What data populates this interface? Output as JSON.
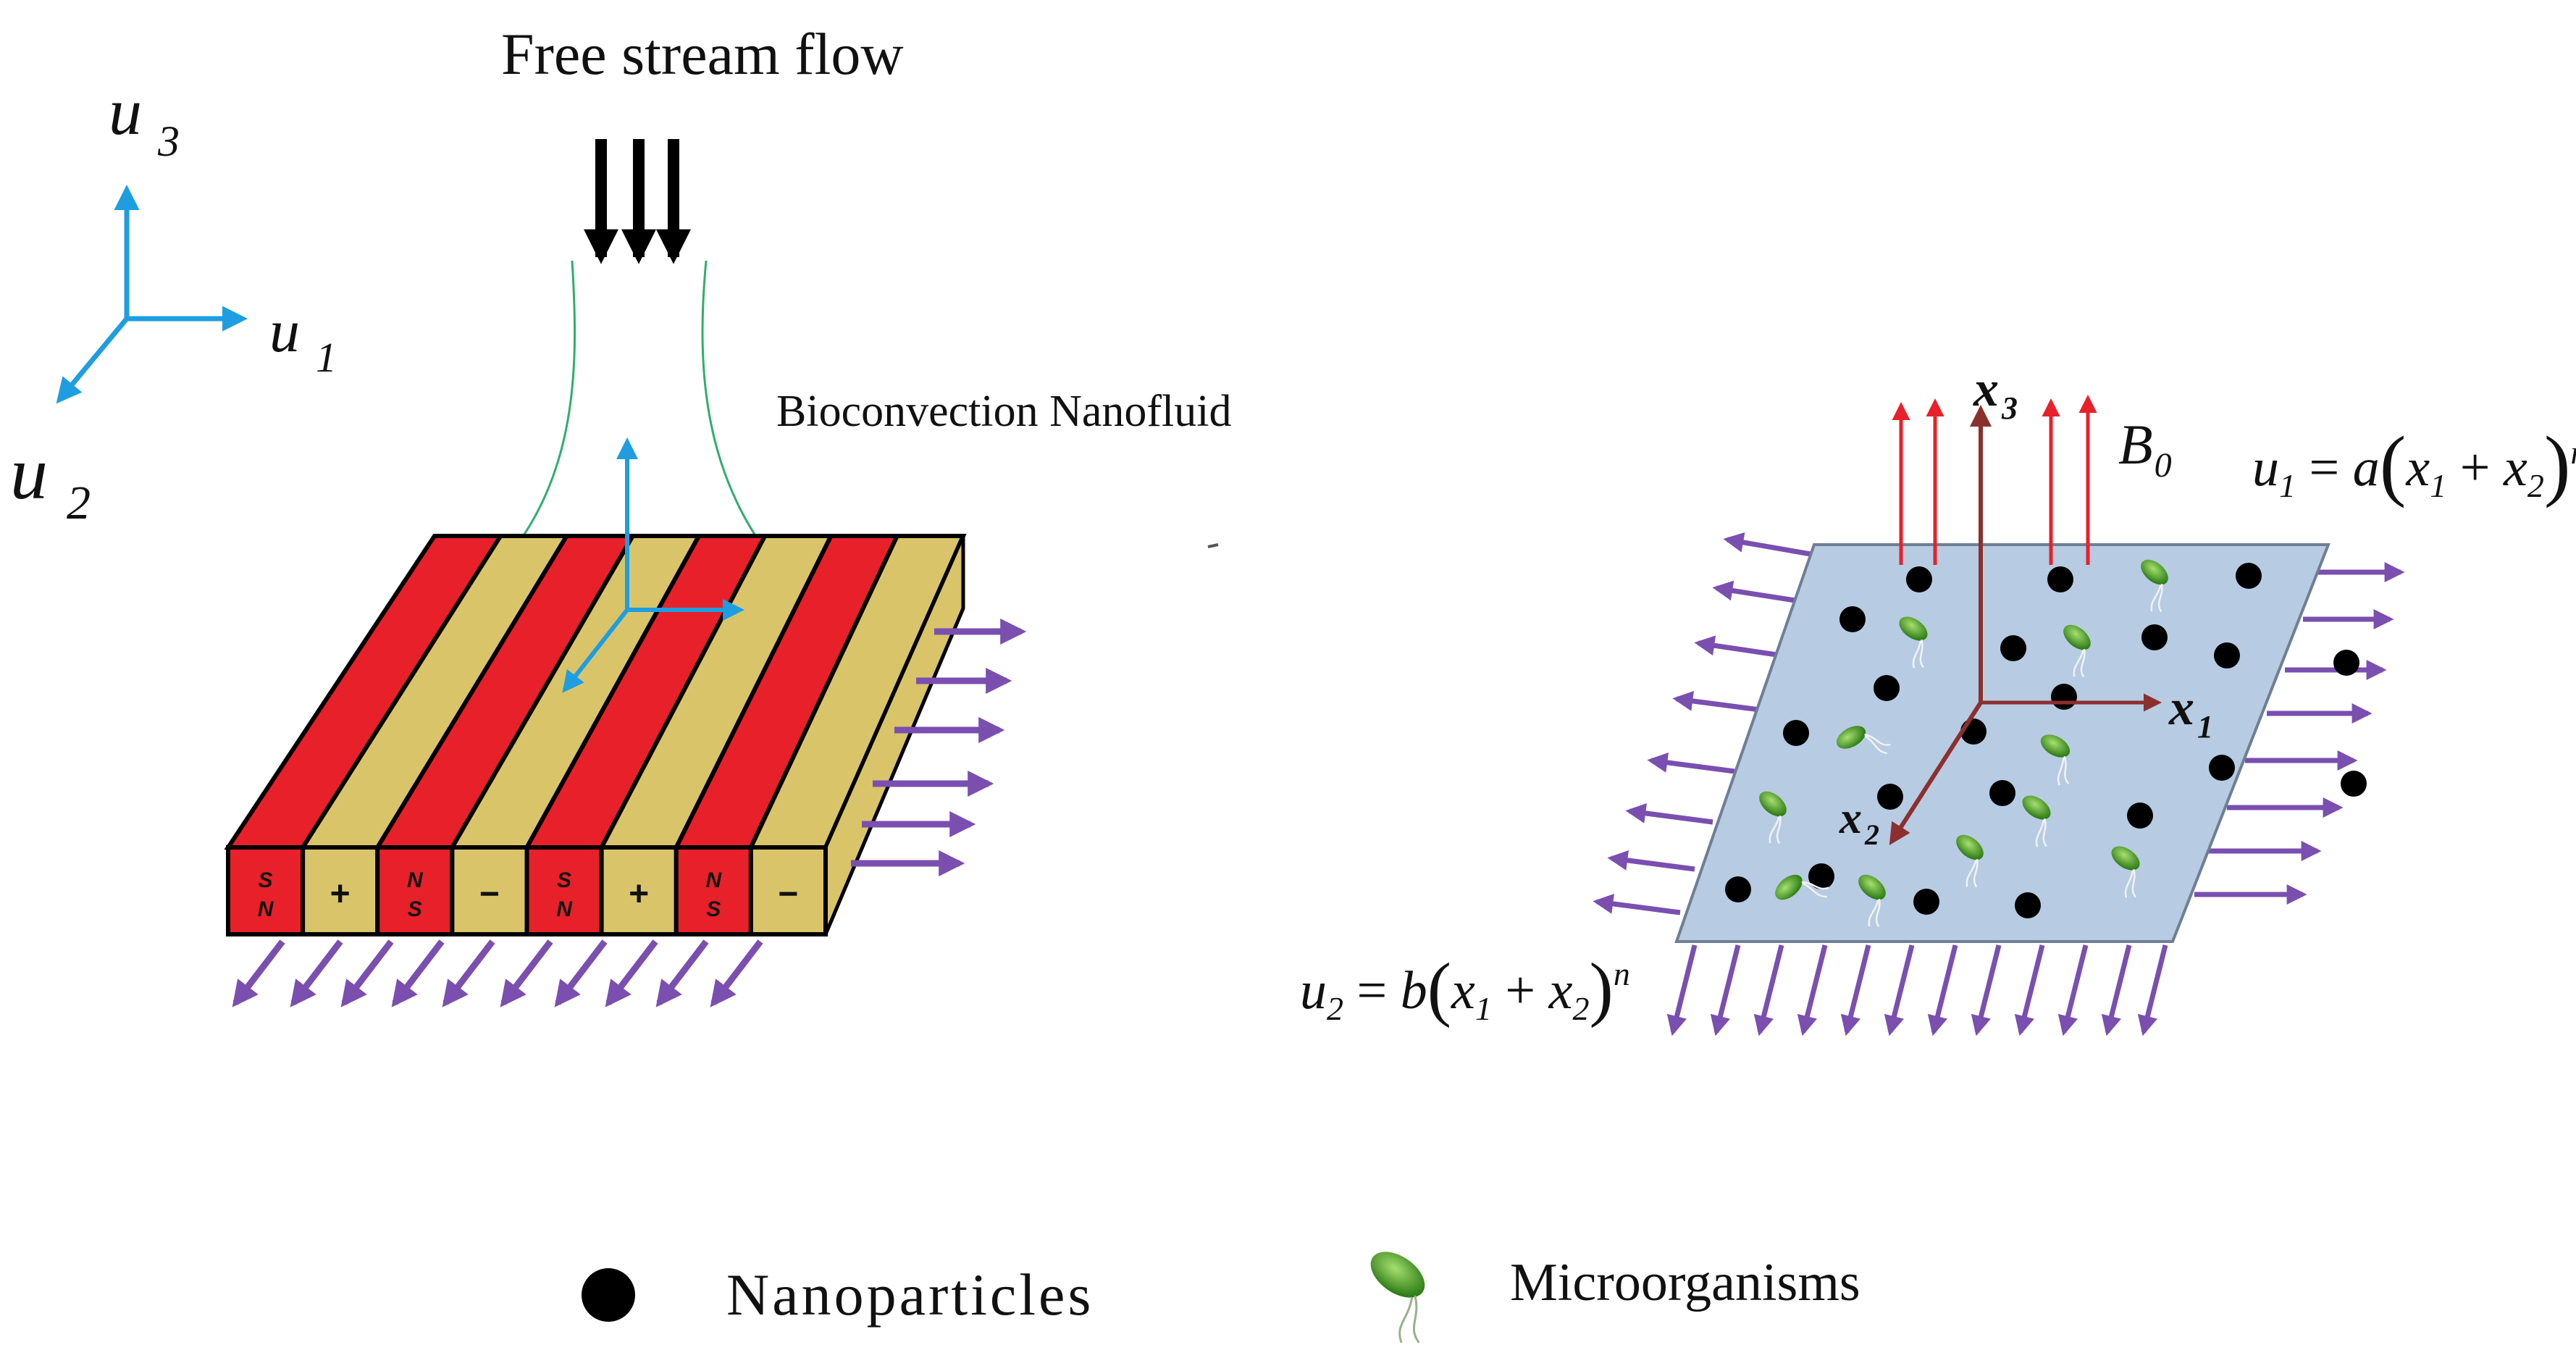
{
  "left_figure": {
    "free_stream_label": "Free stream flow",
    "bioconvection_label": "Bioconvection Nanofluid",
    "axes": {
      "u1": {
        "symbol": "u",
        "sub": "1"
      },
      "u2": {
        "symbol": "u",
        "sub": "2"
      },
      "u3": {
        "symbol": "u",
        "sub": "3"
      }
    },
    "magnet_labels": [
      {
        "top": "S",
        "bottom": "N"
      },
      {
        "top": "+",
        "bottom": ""
      },
      {
        "top": "N",
        "bottom": "S"
      },
      {
        "top": "−",
        "bottom": ""
      },
      {
        "top": "S",
        "bottom": "N"
      },
      {
        "top": "+",
        "bottom": ""
      },
      {
        "top": "N",
        "bottom": "S"
      },
      {
        "top": "−",
        "bottom": ""
      }
    ]
  },
  "right_figure": {
    "axes": {
      "x1": {
        "symbol": "x",
        "sub": "1"
      },
      "x2": {
        "symbol": "x",
        "sub": "2"
      },
      "x3": {
        "symbol": "x",
        "sub": "3"
      }
    },
    "field": {
      "symbol": "B",
      "sub": "0"
    },
    "eq_u1": {
      "lhs": "u",
      "lhs_sub": "1",
      "coef": "a",
      "x": "x",
      "s1": "1",
      "s2": "2",
      "exp": "n"
    },
    "eq_u2": {
      "lhs": "u",
      "lhs_sub": "2",
      "coef": "b",
      "x": "x",
      "s1": "1",
      "s2": "2",
      "exp": "n"
    }
  },
  "legend": {
    "nanoparticles": "Nanoparticles",
    "microorganisms": "Microorganisms"
  },
  "colors": {
    "magnet_red": "#e8202a",
    "electrode_tan": "#d9c46a",
    "sheet_blue": "#b7cbe2",
    "stretch_arrow": "#7a4fb0",
    "axis_cyan": "#1e9ee0",
    "field_red": "#e8202a",
    "axis_brown": "#8b2f2f",
    "microorganism_green": "#4fa52a",
    "streamline_green": "#2fae6e"
  }
}
